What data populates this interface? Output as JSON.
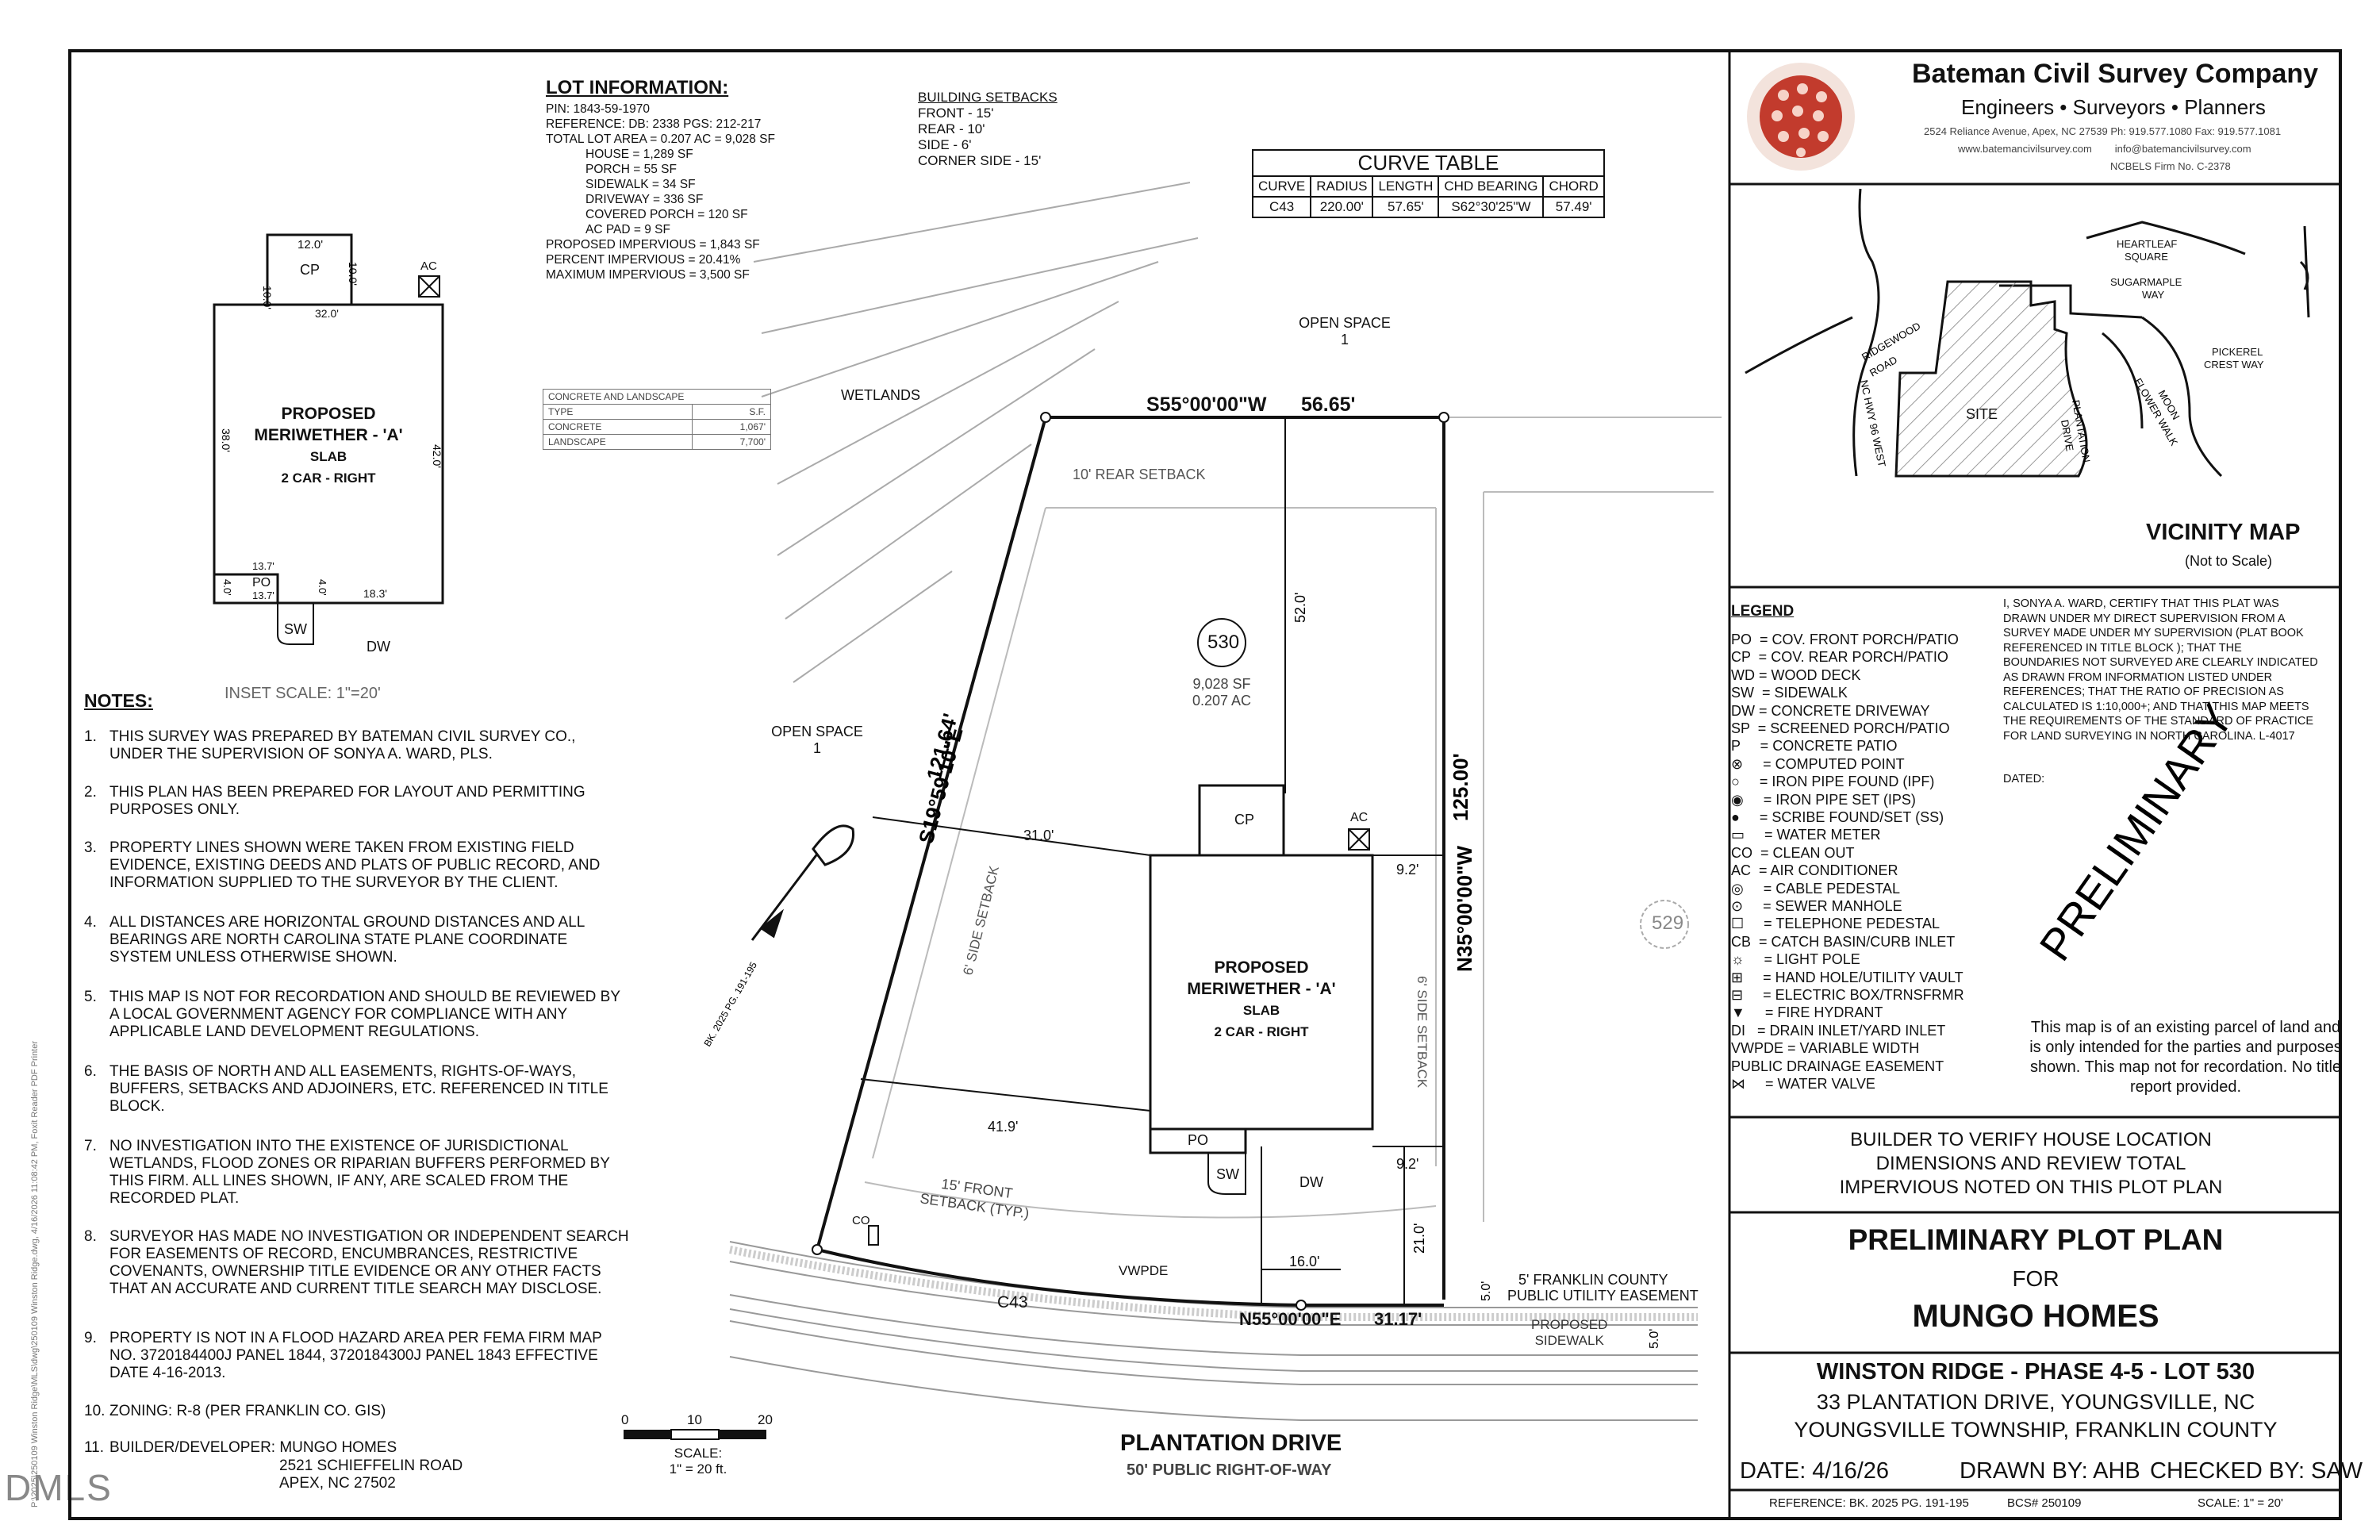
{
  "company": {
    "name": "Bateman Civil Survey Company",
    "tagline": "Engineers • Surveyors • Planners",
    "address": "2524 Reliance Avenue, Apex, NC 27539  Ph: 919.577.1080  Fax: 919.577.1081",
    "web": "www.batemancivilsurvey.com        info@batemancivilsurvey.com",
    "firm": "NCBELS Firm No. C-2378"
  },
  "lot_info": {
    "heading": "LOT INFORMATION:",
    "rows": [
      "PIN: 1843-59-1970",
      "REFERENCE: DB: 2338 PGS: 212-217",
      "TOTAL LOT AREA = 0.207 AC = 9,028 SF",
      "HOUSE = 1,289 SF",
      "PORCH = 55 SF",
      "SIDEWALK = 34 SF",
      "DRIVEWAY = 336 SF",
      "COVERED PORCH = 120 SF",
      "AC PAD = 9 SF",
      "PROPOSED IMPERVIOUS = 1,843 SF",
      "PERCENT IMPERVIOUS = 20.41%",
      "MAXIMUM IMPERVIOUS = 3,500 SF"
    ]
  },
  "setbacks": {
    "heading": "BUILDING SETBACKS",
    "rows": [
      "FRONT - 15'",
      "REAR - 10'",
      "SIDE - 6'",
      "CORNER SIDE - 15'"
    ]
  },
  "curve_table": {
    "title": "CURVE TABLE",
    "headers": [
      "CURVE",
      "RADIUS",
      "LENGTH",
      "CHD BEARING",
      "CHORD"
    ],
    "row": [
      "C43",
      "220.00'",
      "57.65'",
      "S62°30'25\"W",
      "57.49'"
    ]
  },
  "concrete_table": {
    "title": "CONCRETE AND LANDSCAPE",
    "headers": [
      "TYPE",
      "S.F."
    ],
    "rows": [
      [
        "CONCRETE",
        "1,067'"
      ],
      [
        "LANDSCAPE",
        "7,700'"
      ]
    ]
  },
  "inset": {
    "cp": "CP",
    "ac": "AC",
    "dim_top": "12.0'",
    "dim_left_cp": "10.0'",
    "dim_right_cp": "10.0'",
    "dim_house_top": "32.0'",
    "dim_left": "38.0'",
    "dim_right": "42.0'",
    "title1": "PROPOSED",
    "title2": "MERIWETHER - 'A'",
    "title3": "SLAB",
    "title4": "2 CAR - RIGHT",
    "po": "PO",
    "po_top": "13.7'",
    "po_bot": "13.7'",
    "po_left": "4.0'",
    "po_right": "4.0'",
    "dim_bottom": "18.3'",
    "sw": "SW",
    "dw": "DW",
    "scale": "INSET SCALE: 1\"=20'"
  },
  "notes": {
    "heading": "NOTES:",
    "items": [
      [
        "1.",
        "THIS SURVEY WAS PREPARED BY BATEMAN CIVIL SURVEY CO., UNDER THE SUPERVISION OF SONYA A. WARD, PLS."
      ],
      [
        "2.",
        "THIS PLAN HAS BEEN PREPARED FOR LAYOUT AND PERMITTING PURPOSES ONLY."
      ],
      [
        "3.",
        "PROPERTY LINES SHOWN WERE TAKEN FROM EXISTING FIELD EVIDENCE, EXISTING DEEDS AND PLATS OF PUBLIC RECORD, AND INFORMATION SUPPLIED TO THE SURVEYOR BY THE CLIENT."
      ],
      [
        "4.",
        "ALL DISTANCES ARE HORIZONTAL GROUND DISTANCES AND ALL BEARINGS ARE NORTH CAROLINA  STATE PLANE COORDINATE SYSTEM UNLESS OTHERWISE SHOWN."
      ],
      [
        "5.",
        "THIS MAP IS NOT FOR RECORDATION AND SHOULD BE REVIEWED BY A LOCAL GOVERNMENT AGENCY FOR COMPLIANCE WITH ANY APPLICABLE LAND DEVELOPMENT REGULATIONS."
      ],
      [
        "6.",
        "THE BASIS OF NORTH AND ALL EASEMENTS, RIGHTS-OF-WAYS, BUFFERS, SETBACKS AND ADJOINERS, ETC. REFERENCED IN TITLE BLOCK."
      ],
      [
        "7.",
        "NO INVESTIGATION INTO THE EXISTENCE OF JURISDICTIONAL WETLANDS, FLOOD ZONES OR RIPARIAN BUFFERS PERFORMED BY THIS FIRM. ALL LINES SHOWN, IF ANY, ARE SCALED FROM THE RECORDED PLAT."
      ],
      [
        "8.",
        "SURVEYOR HAS MADE NO INVESTIGATION OR INDEPENDENT SEARCH FOR EASEMENTS OF RECORD, ENCUMBRANCES, RESTRICTIVE COVENANTS, OWNERSHIP TITLE EVIDENCE OR ANY OTHER FACTS THAT AN ACCURATE AND CURRENT TITLE SEARCH MAY DISCLOSE."
      ],
      [
        "9.",
        "PROPERTY IS NOT IN A FLOOD HAZARD AREA PER FEMA FIRM MAP NO. 3720184400J PANEL 1844, 3720184300J PANEL 1843 EFFECTIVE DATE 4-16-2013."
      ],
      [
        "10.",
        "ZONING:  R-8 (PER FRANKLIN CO. GIS)"
      ],
      [
        "11.",
        "BUILDER/DEVELOPER:  MUNGO HOMES"
      ]
    ],
    "builder_addr1": "2521 SCHIEFFELIN ROAD",
    "builder_addr2": "APEX, NC 27502"
  },
  "plan": {
    "open_space_top": "OPEN SPACE",
    "open_space_top_num": "1",
    "open_space_left": "OPEN SPACE",
    "open_space_left_num": "1",
    "wetlands": "WETLANDS",
    "top_bearing": "S55°00'00\"W",
    "top_dist": "56.65'",
    "rear_setback": "10' REAR SETBACK",
    "dim_52": "52.0'",
    "lot_num": "530",
    "lot_sf": "9,028 SF",
    "lot_ac": "0.207 AC",
    "left_bearing": "S19°59'10\"E",
    "left_dist": "121.64'",
    "right_bearing": "N35°00'00\"W",
    "right_dist": "125.00'",
    "dim_31": "31.0'",
    "dim_41": "41.9'",
    "dim_92a": "9.2'",
    "dim_92b": "9.2'",
    "side_setback_left": "6' SIDE SETBACK",
    "side_setback_right": "6' SIDE SETBACK",
    "cp": "CP",
    "ac": "AC",
    "house1": "PROPOSED",
    "house2": "MERIWETHER - 'A'",
    "house3": "SLAB",
    "house4": "2 CAR - RIGHT",
    "po": "PO",
    "sw": "SW",
    "dw": "DW",
    "front_setback1": "15' FRONT",
    "front_setback2": "SETBACK (TYP.)",
    "dim_21": "21.0'",
    "dim_16": "16.0'",
    "co": "CO",
    "vwpde": "VWPDE",
    "c43": "C43",
    "bottom_bearing": "N55°00'00\"E",
    "bottom_dist": "31.17'",
    "util1": "5' FRANKLIN COUNTY",
    "util2": "PUBLIC UTILITY EASEMENT",
    "dim_5a": "5.0'",
    "sidewalk1": "PROPOSED",
    "sidewalk2": "SIDEWALK",
    "dim_5b": "5.0'",
    "lot_529": "529",
    "north_ref": "BK. 2025 PG. 191-195",
    "street": "PLANTATION DRIVE",
    "row": "50' PUBLIC RIGHT-OF-WAY",
    "scale_0": "0",
    "scale_10": "10",
    "scale_20": "20",
    "scale_label": "SCALE:",
    "scale_val": "1\" = 20 ft."
  },
  "vicinity": {
    "title": "VICINITY MAP",
    "subtitle": "(Not to Scale)",
    "heartleaf": "HEARTLEAF",
    "square": "SQUARE",
    "sugarmaple": "SUGARMAPLE",
    "way": "WAY",
    "pickerel": "PICKEREL",
    "crest": "CREST WAY",
    "ridgewood1": "RIDGEWOOD",
    "ridgewood2": "ROAD",
    "nchwy": "NC HWY 96 WEST",
    "site": "SITE",
    "plantation1": "PLANTATION",
    "plantation2": "DRIVE",
    "moon1": "MOON",
    "moon2": "FLOWER WALK"
  },
  "legend": {
    "heading": "LEGEND",
    "rows": [
      "PO  = COV. FRONT PORCH/PATIO",
      "CP  = COV. REAR PORCH/PATIO",
      "WD = WOOD DECK",
      "SW  = SIDEWALK",
      "DW = CONCRETE DRIVEWAY",
      "SP  = SCREENED PORCH/PATIO",
      "P     = CONCRETE PATIO",
      "⊗     = COMPUTED POINT",
      "○     = IRON PIPE FOUND (IPF)",
      "◉     = IRON PIPE SET (IPS)",
      "●     = SCRIBE FOUND/SET (SS)",
      "▭     = WATER METER",
      "CO  = CLEAN OUT",
      "AC  = AIR CONDITIONER",
      "◎     = CABLE PEDESTAL",
      "⊙     = SEWER MANHOLE",
      "☐     = TELEPHONE PEDESTAL",
      "CB  = CATCH BASIN/CURB INLET",
      "☼     = LIGHT POLE",
      "⊞     = HAND HOLE/UTILITY VAULT",
      "⊟     = ELECTRIC BOX/TRNSFRMR",
      "▼     = FIRE HYDRANT",
      "DI   = DRAIN INLET/YARD INLET",
      "VWPDE = VARIABLE WIDTH",
      "PUBLIC DRAINAGE EASEMENT",
      "⋈     = WATER VALVE"
    ]
  },
  "certification": "I, SONYA A. WARD, CERTIFY THAT THIS PLAT WAS DRAWN UNDER MY DIRECT SUPERVISION FROM A SURVEY MADE UNDER MY SUPERVISION (PLAT BOOK REFERENCED IN TITLE BLOCK ); THAT THE BOUNDARIES NOT SURVEYED ARE CLEARLY INDICATED AS DRAWN FROM INFORMATION LISTED UNDER REFERENCES; THAT THE RATIO OF PRECISION AS CALCULATED IS 1:10,000+; AND THAT THIS MAP MEETS THE REQUIREMENTS OF THE STANDARD OF PRACTICE FOR LAND SURVEYING IN NORTH CAROLINA. L-4017",
  "dated": "DATED:",
  "stamp": "PRELIMINARY",
  "disclaimer": "This map is of an existing parcel of land and is only intended for the parties and purposes shown. This map not for recordation. No title report provided.",
  "builder_verify": "BUILDER TO VERIFY HOUSE LOCATION DIMENSIONS AND REVIEW TOTAL IMPERVIOUS NOTED ON THIS PLOT PLAN",
  "title_block": {
    "title": "PRELIMINARY PLOT PLAN",
    "for": "FOR",
    "client": "MUNGO HOMES",
    "project": "WINSTON RIDGE - PHASE 4-5 - LOT 530",
    "address": "33 PLANTATION DRIVE, YOUNGSVILLE, NC",
    "township": "YOUNGSVILLE TOWNSHIP, FRANKLIN COUNTY",
    "date": "DATE: 4/16/26",
    "drawn": "DRAWN BY: AHB",
    "checked": "CHECKED BY: SAW",
    "reference": "REFERENCE: BK. 2025 PG. 191-195",
    "bcs": "BCS# 250109",
    "scale": "SCALE: 1\" = 20'"
  },
  "side_print": "P:\\2025\\250109 Winston Ridge\\MLS\\dwg\\250109 Winston Ridge.dwg, 4/16/2026 11:08:42 PM, Foxit Reader PDF Printer",
  "watermark": "DMLS"
}
